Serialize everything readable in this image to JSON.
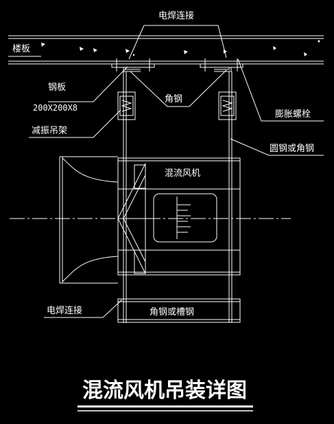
{
  "colors": {
    "background": "#000000",
    "line": "#ffffff"
  },
  "labels": {
    "weld_top": "电焊连接",
    "floor_slab": "楼板",
    "steel_plate": "钢板",
    "steel_plate_size": "200X200X8",
    "angle_steel": "角钢",
    "expansion_bolt": "膨胀螺栓",
    "damping_hanger": "减振吊架",
    "round_or_angle_steel": "圆钢或角钢",
    "mixed_flow_fan": "混流风机",
    "weld_bottom": "电焊连接",
    "angle_or_channel_steel": "角钢或槽钢"
  },
  "title": "混流风机吊装详图"
}
